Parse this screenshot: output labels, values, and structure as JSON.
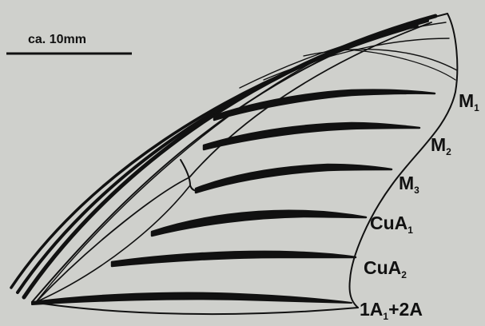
{
  "colors": {
    "background": "#cfd0cc",
    "ink": "#111111"
  },
  "scale": {
    "label": "ca. 10mm"
  },
  "veins": [
    {
      "id": "m1",
      "base": "M",
      "sub": "1",
      "suffix": ""
    },
    {
      "id": "m2",
      "base": "M",
      "sub": "2",
      "suffix": ""
    },
    {
      "id": "m3",
      "base": "M",
      "sub": "3",
      "suffix": ""
    },
    {
      "id": "cua1",
      "base": "CuA",
      "sub": "1",
      "suffix": ""
    },
    {
      "id": "cua2",
      "base": "CuA",
      "sub": "2",
      "suffix": ""
    },
    {
      "id": "a",
      "base": "1A",
      "sub": "1",
      "suffix": "+2A"
    }
  ]
}
